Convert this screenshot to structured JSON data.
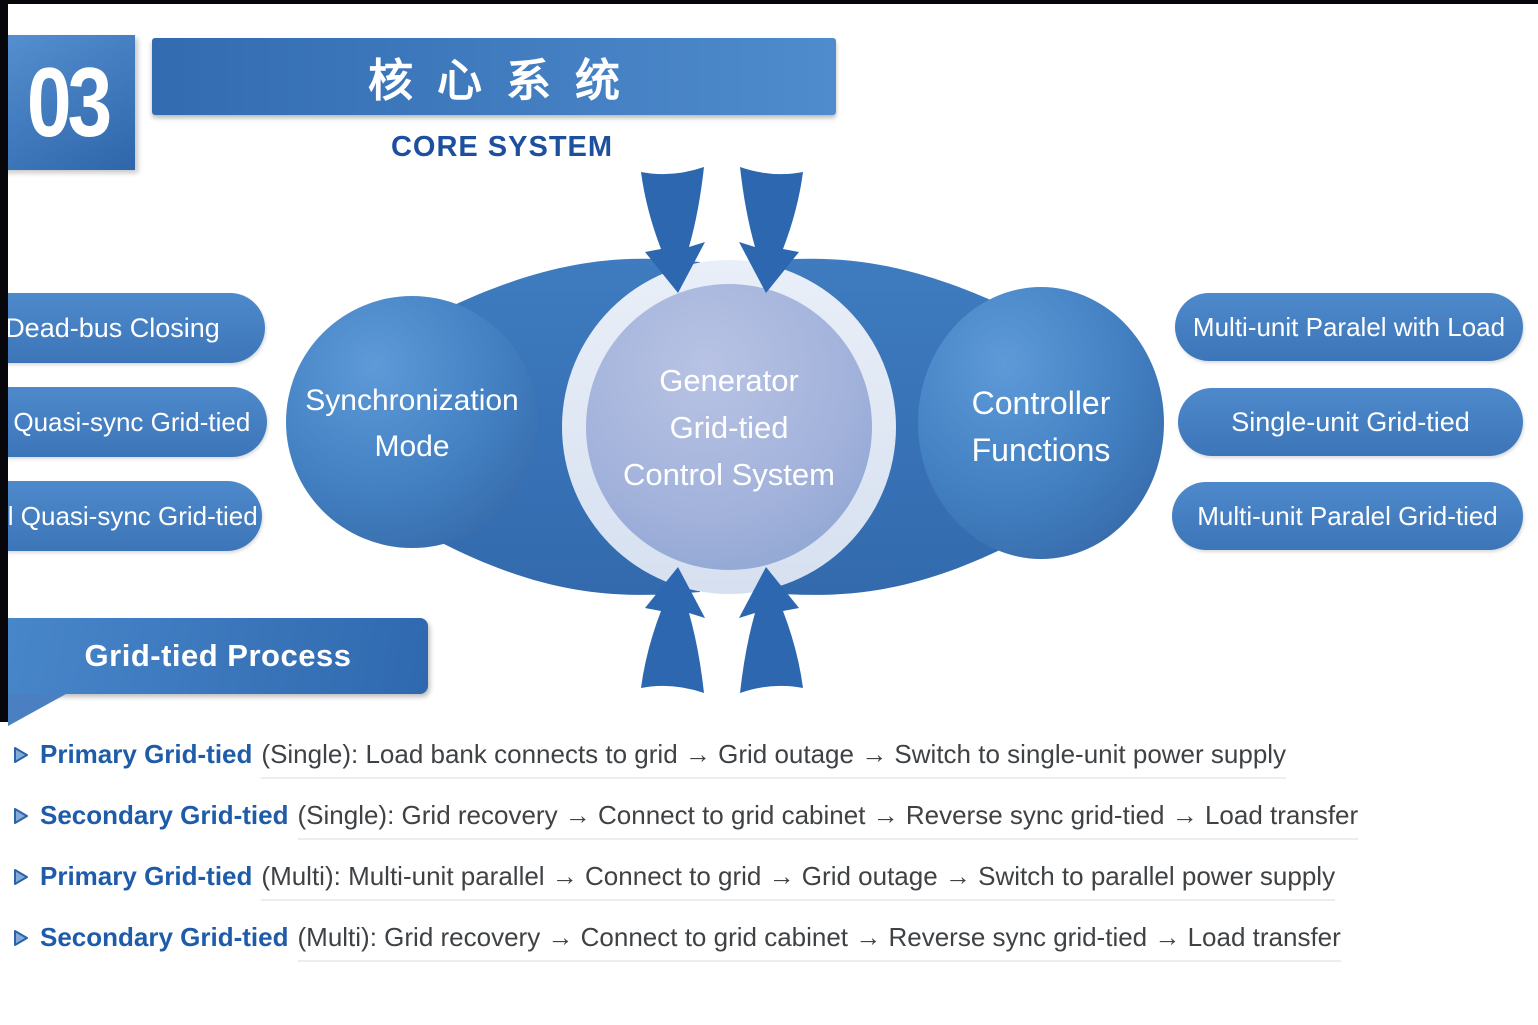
{
  "slide": {
    "number": "03",
    "title_zh": "核心系统",
    "title_en": "CORE SYSTEM"
  },
  "diagram": {
    "center": {
      "lines": [
        "Generator",
        "Grid-tied",
        "Control System"
      ]
    },
    "sync_circle": {
      "lines": [
        "Synchronization",
        "Mode"
      ]
    },
    "controller_circle": {
      "lines": [
        "Controller",
        "Functions"
      ]
    },
    "sync_modes": [
      "Dead-bus Closing",
      "Auto Quasi-sync Grid-tied",
      "Manual Quasi-sync Grid-tied"
    ],
    "controller_functions": [
      "Multi-unit Paralel with Load",
      "Single-unit Grid-tied",
      "Multi-unit Paralel Grid-tied"
    ]
  },
  "process": {
    "title": "Grid-tied Process",
    "items": [
      {
        "label": "Primary Grid-tied",
        "detail": "(Single): Load bank connects to grid → Grid outage → Switch to single-unit power supply"
      },
      {
        "label": "Secondary Grid-tied",
        "detail": "(Single): Grid recovery → Connect to grid cabinet → Reverse sync grid-tied → Load transfer"
      },
      {
        "label": "Primary Grid-tied",
        "detail": "(Multi): Multi-unit parallel → Connect to grid → Grid outage → Switch to parallel power supply"
      },
      {
        "label": "Secondary Grid-tied",
        "detail": "(Multi): Grid recovery → Connect to grid cabinet → Reverse sync grid-tied → Load transfer"
      }
    ]
  },
  "colors": {
    "primary_blue": "#3a74b9",
    "deep_title_blue": "#1d4f9f",
    "center_circle_fill": "#a3b3dc",
    "pale_ring": "#dde6f3",
    "body_text": "#3f4245",
    "bullet_label_blue": "#1e5caa"
  }
}
